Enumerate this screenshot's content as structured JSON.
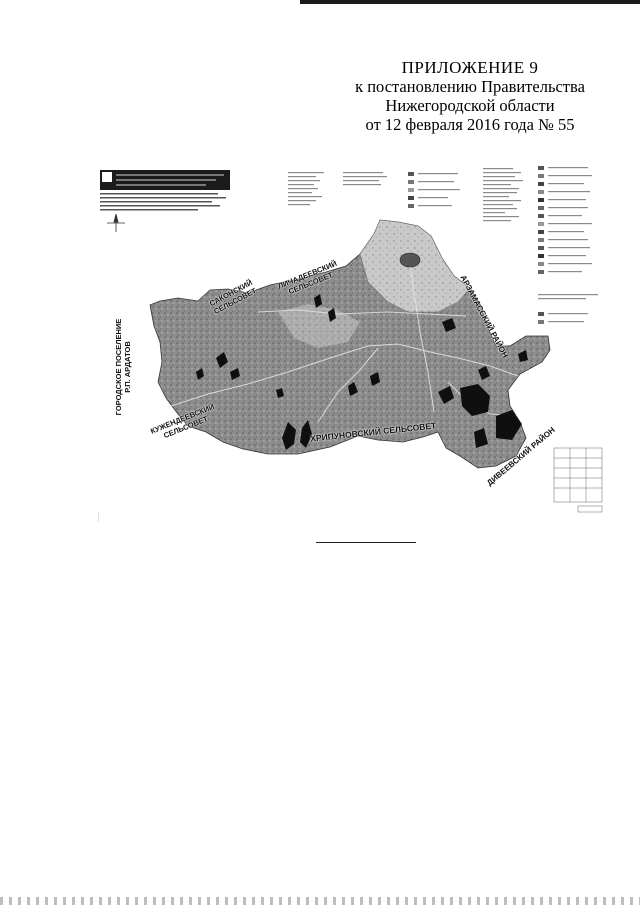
{
  "header": {
    "title": "ПРИЛОЖЕНИЕ 9",
    "line2": "к постановлению Правительства",
    "line3": "Нижегородской области",
    "line4": "от 12 февраля 2016 года № 55"
  },
  "map": {
    "labels": {
      "sakonsky": "САКОНСКИЙ СЕЛЬСОВЕТ",
      "lichadeevsky": "ЛИЧАДЕЕВСКИЙ СЕЛЬСОВЕТ",
      "arzamassky": "АРЗАМАССКИЙ РАЙОН",
      "gorodskoe": "ГОРОДСКОЕ ПОСЕЛЕНИЕ Р.П. АРДАТОВ",
      "kuzhendeevsky": "КУЖЕНДЕЕВСКИЙ СЕЛЬСОВЕТ",
      "khripunovsky": "ХРИПУНОВСКИЙ СЕЛЬСОВЕТ",
      "diveevsky": "ДИВЕЕВСКИЙ РАЙОН"
    },
    "colors": {
      "territory": "#8c8c8c",
      "dark_areas": "#0f0f0f",
      "outline": "#333333"
    }
  }
}
